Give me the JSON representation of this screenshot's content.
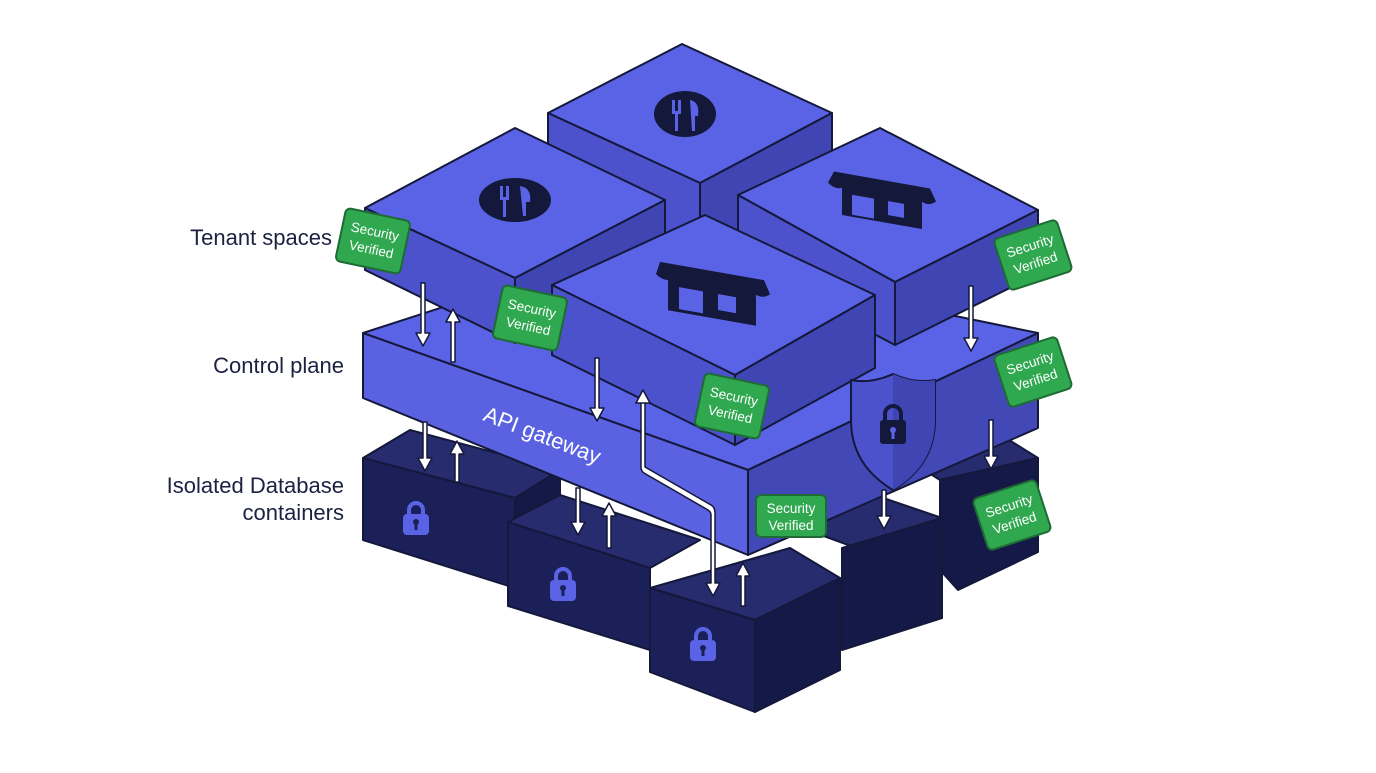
{
  "labels": {
    "tenant_spaces": "Tenant spaces",
    "control_plane": "Control plane",
    "database_line1": "Isolated Database",
    "database_line2": "containers"
  },
  "gateway": {
    "label": "API gateway"
  },
  "badge": {
    "line1": "Security",
    "line2": "Verified"
  },
  "tenants": [
    {
      "name": "restaurant-back",
      "icon": "fork-knife-icon"
    },
    {
      "name": "restaurant-left",
      "icon": "fork-knife-icon"
    },
    {
      "name": "store-right",
      "icon": "storefront-icon"
    },
    {
      "name": "store-front",
      "icon": "storefront-icon"
    }
  ],
  "colors": {
    "tenant_top": "#5a63e6",
    "tenant_left": "#4b52cc",
    "tenant_right": "#3f45b3",
    "plane_top": "#5a63e6",
    "plane_left": "#5a62e2",
    "plane_right": "#4249b6",
    "db_top": "#262c6e",
    "db_front": "#1b2058",
    "db_side": "#151948",
    "lock": "#5a63e6",
    "badge_fill": "#2fa84f",
    "badge_stroke": "#1e6b35",
    "arrow": "#ffffff",
    "outline": "#14183a"
  }
}
